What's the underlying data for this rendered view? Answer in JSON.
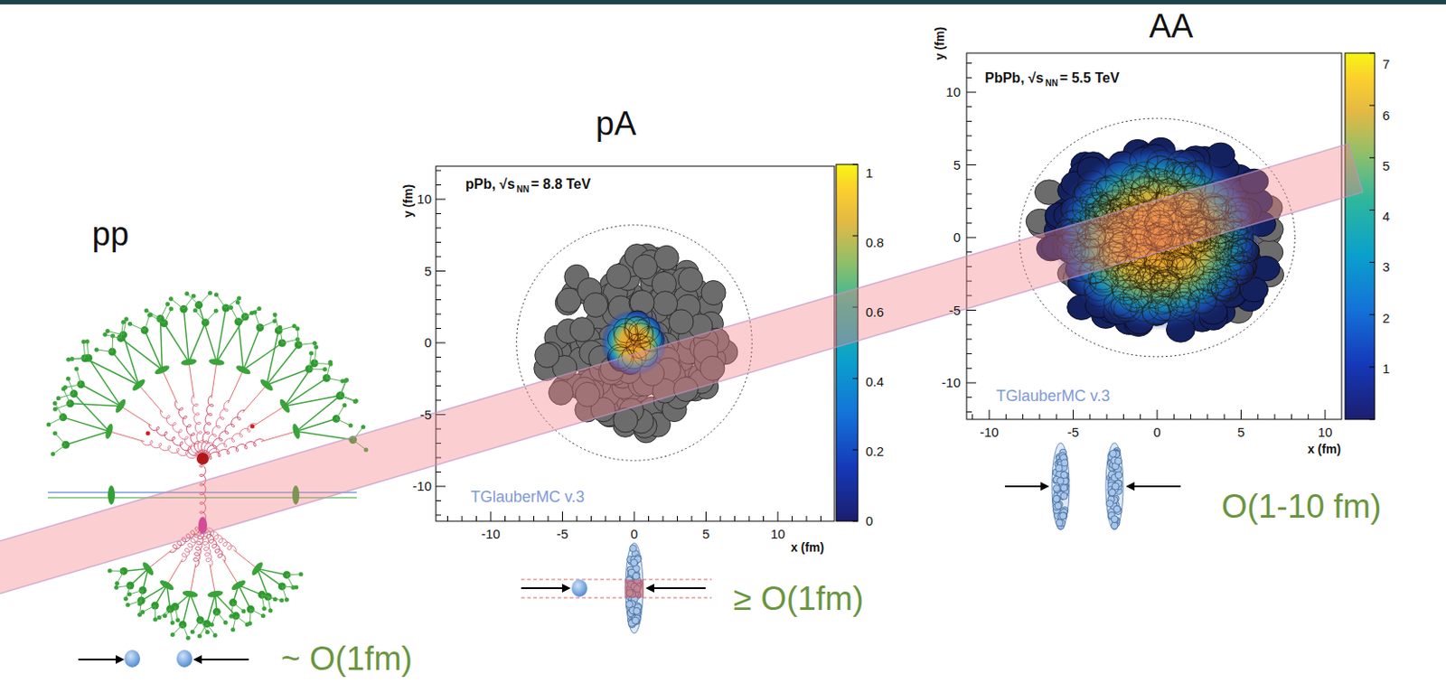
{
  "diagram": {
    "labels": [
      "pp",
      "pA",
      "AA",
      "pPb, √s",
      "NN",
      "= 8.8 TeV",
      "TGlauberMC v.3",
      "y (fm)",
      "x (fm)",
      "-10",
      "-5",
      "0",
      "5",
      "10",
      "10",
      "5",
      "0",
      "-5",
      "-10",
      "0",
      "0.2",
      "0.4",
      "0.6",
      "0.8",
      "1",
      "PbPb, √s",
      "NN",
      "= 5.5 TeV",
      "TGlauberMC v.3",
      "y (fm)",
      "x (fm)",
      "-10",
      "-5",
      "0",
      "5",
      "10",
      "10",
      "5",
      "0",
      "-5",
      "-10",
      "1",
      "2",
      "3",
      "4",
      "5",
      "6",
      "7",
      "~ O(1fm)",
      "≥ O(1fm)",
      "O(1-10 fm)"
    ]
  }
}
